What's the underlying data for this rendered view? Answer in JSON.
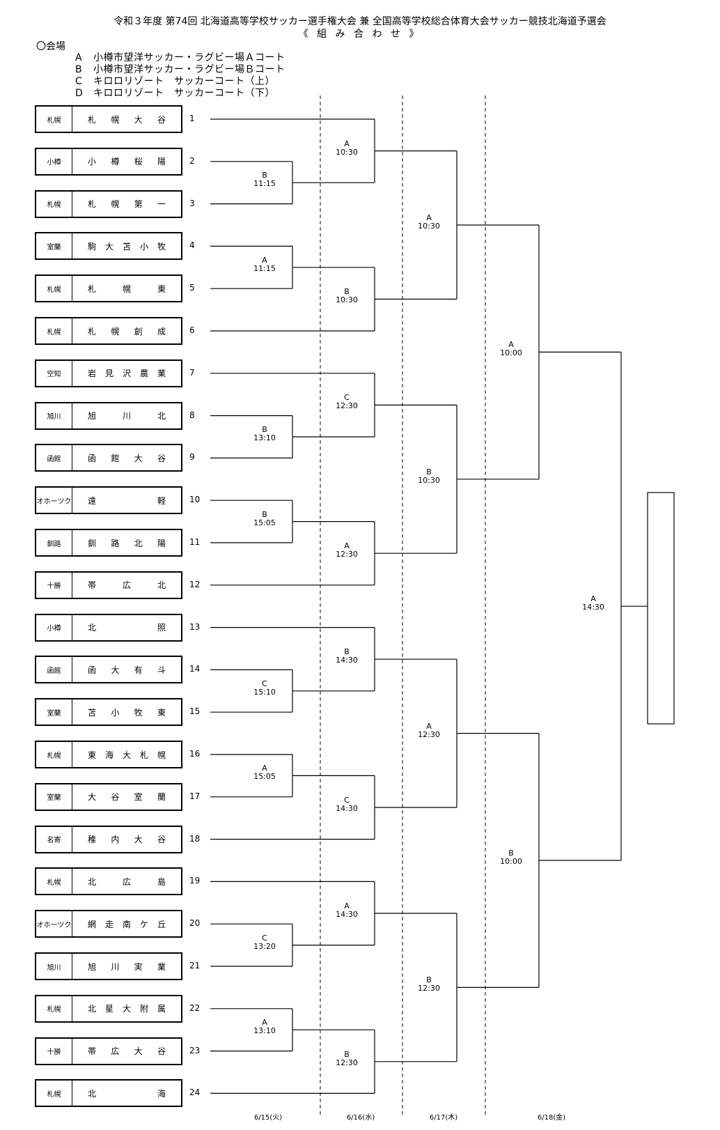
{
  "header": {
    "title": "令和３年度 第74回 北海道高等学校サッカー選手権大会 兼 全国高等学校総合体育大会サッカー競技北海道予選会",
    "subtitle": "《 組 み 合 わ せ 》",
    "venue_heading": "〇会場",
    "venues": [
      {
        "code": "A",
        "name": "小樽市望洋サッカー・ラグビー場Ａコート"
      },
      {
        "code": "B",
        "name": "小樽市望洋サッカー・ラグビー場Ｂコート"
      },
      {
        "code": "C",
        "name": "キロロリゾート　サッカーコート（上）"
      },
      {
        "code": "D",
        "name": "キロロリゾート　サッカーコート（下）"
      }
    ]
  },
  "teams": [
    {
      "num": "1",
      "area": "札幌",
      "name": "札幌大谷"
    },
    {
      "num": "2",
      "area": "小樽",
      "name": "小樽桜陽"
    },
    {
      "num": "3",
      "area": "札幌",
      "name": "札幌第一"
    },
    {
      "num": "4",
      "area": "室蘭",
      "name": "駒大苫小牧"
    },
    {
      "num": "5",
      "area": "札幌",
      "name": "札幌東"
    },
    {
      "num": "6",
      "area": "札幌",
      "name": "札幌創成"
    },
    {
      "num": "7",
      "area": "空知",
      "name": "岩見沢農業"
    },
    {
      "num": "8",
      "area": "旭川",
      "name": "旭川北"
    },
    {
      "num": "9",
      "area": "函館",
      "name": "函館大谷"
    },
    {
      "num": "10",
      "area": "オホーツク",
      "name": "遠軽"
    },
    {
      "num": "11",
      "area": "釧路",
      "name": "釧路北陽"
    },
    {
      "num": "12",
      "area": "十勝",
      "name": "帯広北"
    },
    {
      "num": "13",
      "area": "小樽",
      "name": "北照"
    },
    {
      "num": "14",
      "area": "函館",
      "name": "函大有斗"
    },
    {
      "num": "15",
      "area": "室蘭",
      "name": "苫小牧東"
    },
    {
      "num": "16",
      "area": "札幌",
      "name": "東海大札幌"
    },
    {
      "num": "17",
      "area": "室蘭",
      "name": "大谷室蘭"
    },
    {
      "num": "18",
      "area": "名寄",
      "name": "稚内大谷"
    },
    {
      "num": "19",
      "area": "札幌",
      "name": "北広島"
    },
    {
      "num": "20",
      "area": "オホーツク",
      "name": "網走南ケ丘"
    },
    {
      "num": "21",
      "area": "旭川",
      "name": "旭川実業"
    },
    {
      "num": "22",
      "area": "札幌",
      "name": "北星大附属"
    },
    {
      "num": "23",
      "area": "十勝",
      "name": "帯広大谷"
    },
    {
      "num": "24",
      "area": "札幌",
      "name": "北海"
    }
  ],
  "matches": {
    "round1": [
      {
        "venue": "B",
        "time": "11:15"
      },
      {
        "venue": "A",
        "time": "11:15"
      },
      {
        "venue": "B",
        "time": "13:10"
      },
      {
        "venue": "B",
        "time": "15:05"
      },
      {
        "venue": "C",
        "time": "15:10"
      },
      {
        "venue": "A",
        "time": "15:05"
      },
      {
        "venue": "C",
        "time": "13:20"
      },
      {
        "venue": "A",
        "time": "13:10"
      }
    ],
    "round2": [
      {
        "venue": "A",
        "time": "10:30"
      },
      {
        "venue": "B",
        "time": "10:30"
      },
      {
        "venue": "C",
        "time": "12:30"
      },
      {
        "venue": "A",
        "time": "12:30"
      },
      {
        "venue": "B",
        "time": "14:30"
      },
      {
        "venue": "C",
        "time": "14:30"
      },
      {
        "venue": "A",
        "time": "14:30"
      },
      {
        "venue": "B",
        "time": "12:30"
      }
    ],
    "quarter": [
      {
        "venue": "A",
        "time": "10:30"
      },
      {
        "venue": "B",
        "time": "10:30"
      },
      {
        "venue": "A",
        "time": "12:30"
      },
      {
        "venue": "B",
        "time": "12:30"
      }
    ],
    "semi": [
      {
        "venue": "A",
        "time": "10:00"
      },
      {
        "venue": "B",
        "time": "10:00"
      }
    ],
    "final": {
      "venue": "A",
      "time": "14:30"
    }
  },
  "dates": [
    "6/15(火)",
    "6/16(水)",
    "6/17(木)",
    "6/18(金)"
  ]
}
